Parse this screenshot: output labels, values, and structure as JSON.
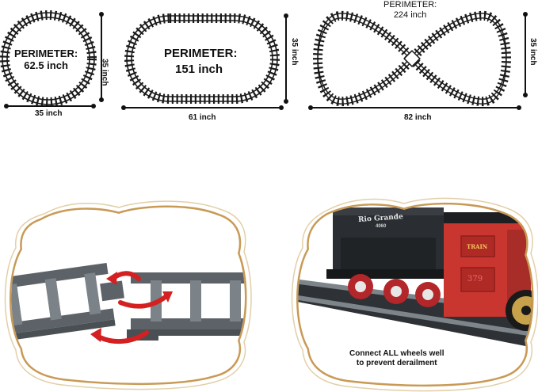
{
  "layouts": [
    {
      "shape": "circle",
      "perimeter_label": "PERIMETER:",
      "perimeter_value": "62.5 inch",
      "height": "35 inch",
      "width": "35 inch"
    },
    {
      "shape": "oval",
      "perimeter_label": "PERIMETER:",
      "perimeter_value": "151 inch",
      "height": "35 inch",
      "width": "61 inch"
    },
    {
      "shape": "figure-eight",
      "perimeter_label": "PERIMETER:",
      "perimeter_value": "224 inch",
      "height": "35 inch",
      "width": "82 inch"
    }
  ],
  "train_panel": {
    "caption_line1": "Connect ALL wheels well",
    "caption_line2": "to prevent derailment",
    "tender_text": "Rio Grande",
    "tender_number": "4060",
    "cab_text": "TRAIN",
    "cab_number": "379"
  },
  "colors": {
    "track": "#1a1a1a",
    "frame_gold": "#c89a55",
    "arrow_red": "#d42020",
    "track_gray": "#6f767c",
    "engine_red": "#c9352f"
  }
}
